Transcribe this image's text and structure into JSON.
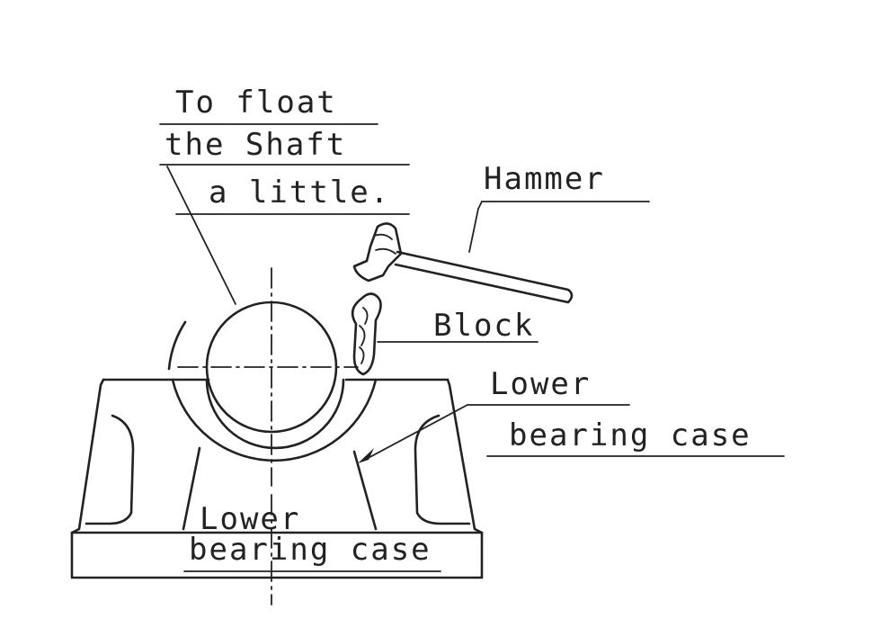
{
  "labels": {
    "float_note": [
      "To float",
      "the Shaft",
      "a little."
    ],
    "hammer": "Hammer",
    "block": "Block",
    "lower_case_right": [
      "Lower",
      "bearing case"
    ],
    "lower_case_bottom": [
      "Lower",
      "bearing case"
    ]
  },
  "colors": {
    "ink": "#222222",
    "background": "#ffffff"
  }
}
